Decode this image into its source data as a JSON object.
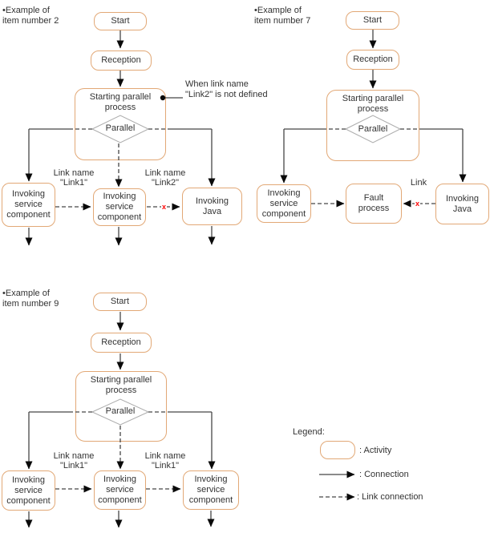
{
  "colors": {
    "activity_border": "#e2a876",
    "diamond_border": "#ababab",
    "connector": "#464646",
    "arrowhead": "#0a0a0a",
    "error_mark": "#ff0000",
    "text": "#333333"
  },
  "ex2": {
    "title": "•Example of\nitem number 2",
    "start": "Start",
    "reception": "Reception",
    "parallel_box": "Starting parallel\nprocess",
    "gate": "Parallel",
    "annotation": "When link name\n\"Link2\" is not defined",
    "link1_label": "Link name\n\"Link1\"",
    "link2_label": "Link name\n\"Link2\"",
    "invoke_left": "Invoking\nservice\ncomponent",
    "invoke_middle": "Invoking\nservice\ncomponent",
    "invoke_right": "Invoking\nJava",
    "error_mark": "x"
  },
  "ex7": {
    "title": "•Example of\nitem number 7",
    "start": "Start",
    "reception": "Reception",
    "parallel_box": "Starting parallel\nprocess",
    "gate": "Parallel",
    "link_label": "Link",
    "invoke_left": "Invoking\nservice\ncomponent",
    "fault": "Fault\nprocess",
    "invoke_right": "Invoking\nJava",
    "error_mark": "x"
  },
  "ex9": {
    "title": "•Example of\nitem number 9",
    "start": "Start",
    "reception": "Reception",
    "parallel_box": "Starting parallel\nprocess",
    "gate": "Parallel",
    "link1_label": "Link name\n\"Link1\"",
    "link2_label": "Link name\n\"Link1\"",
    "invoke_left": "Invoking\nservice\ncomponent",
    "invoke_middle": "Invoking\nservice\ncomponent",
    "invoke_right": "Invoking\nservice\ncomponent"
  },
  "legend": {
    "title": "Legend:",
    "activity": ": Activity",
    "connection": ":  Connection",
    "link_connection": ": Link connection"
  }
}
